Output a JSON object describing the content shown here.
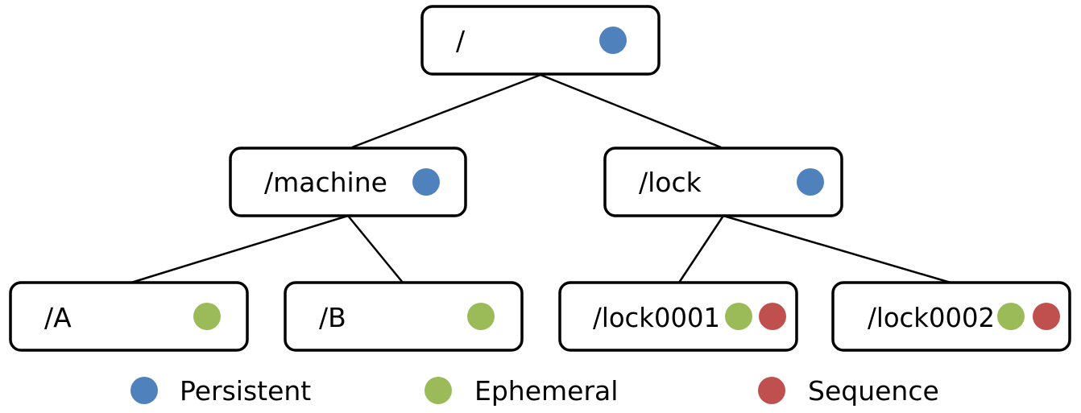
{
  "colors": {
    "persistent": "#4f81bd",
    "ephemeral": "#9bbb59",
    "sequence": "#c0504d"
  },
  "nodes": {
    "root": {
      "label": "/",
      "markers": [
        "persistent"
      ]
    },
    "machine": {
      "label": "/machine",
      "markers": [
        "persistent"
      ]
    },
    "lock": {
      "label": "/lock",
      "markers": [
        "persistent"
      ]
    },
    "a": {
      "label": "/A",
      "markers": [
        "ephemeral"
      ]
    },
    "b": {
      "label": "/B",
      "markers": [
        "ephemeral"
      ]
    },
    "lock0001": {
      "label": "/lock0001",
      "markers": [
        "ephemeral",
        "sequence"
      ]
    },
    "lock0002": {
      "label": "/lock0002",
      "markers": [
        "ephemeral",
        "sequence"
      ]
    }
  },
  "edges": [
    [
      "root",
      "machine"
    ],
    [
      "root",
      "lock"
    ],
    [
      "machine",
      "a"
    ],
    [
      "machine",
      "b"
    ],
    [
      "lock",
      "lock0001"
    ],
    [
      "lock",
      "lock0002"
    ]
  ],
  "legend": [
    {
      "kind": "persistent",
      "label": "Persistent"
    },
    {
      "kind": "ephemeral",
      "label": "Ephemeral"
    },
    {
      "kind": "sequence",
      "label": "Sequence"
    }
  ]
}
